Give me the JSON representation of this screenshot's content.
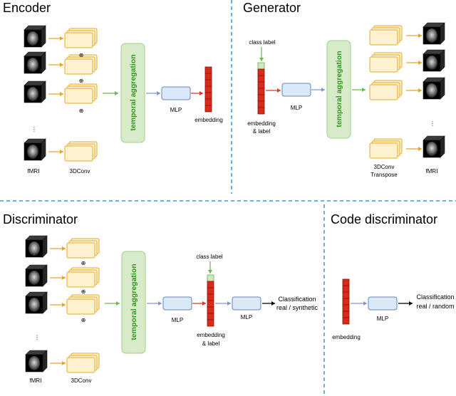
{
  "encoder": {
    "title": "Encoder",
    "fmri_label": "fMRI",
    "conv_label": "3DConv",
    "aggregation_label": "temporal aggregation",
    "mlp_label": "MLP",
    "embedding_label": "embedding",
    "plus_symbol": "⊕",
    "dots": "⋮"
  },
  "generator": {
    "title": "Generator",
    "class_label": "class label",
    "embedding_label_line1": "embedding",
    "embedding_label_line2": "& label",
    "mlp_label": "MLP",
    "aggregation_label": "temporal aggregation",
    "conv_label_line1": "3DConv",
    "conv_label_line2": "Transpose",
    "fmri_label": "fMRI",
    "dots": "⋮"
  },
  "discriminator": {
    "title": "Discriminator",
    "fmri_label": "fMRI",
    "conv_label": "3DConv",
    "aggregation_label": "temporal aggregation",
    "mlp_label": "MLP",
    "class_label": "class label",
    "embedding_label_line1": "embedding",
    "embedding_label_line2": "& label",
    "mlp2_label": "MLP",
    "output_line1": "Classification",
    "output_line2": "real / synthetic",
    "plus_symbol": "⊕",
    "dots": "⋮"
  },
  "code_discriminator": {
    "title": "Code discriminator",
    "embedding_label": "embedding",
    "mlp_label": "MLP",
    "output_line1": "Classification",
    "output_line2": "real / random"
  },
  "colors": {
    "divider": "#2a9de0",
    "conv_fill": "#fff2d0",
    "conv_stroke": "#e6a829",
    "aggregation_fill": "#d7ebc9",
    "aggregation_stroke": "#9fcf86",
    "aggregation_text": "#2e9a1e",
    "mlp_fill": "#dbe8f8",
    "mlp_stroke": "#5f86c2",
    "embedding_fill": "#d92b1c",
    "embedding_stroke": "#8a1308",
    "class_fill": "#cdebc0",
    "arrow_orange": "#e8a326",
    "arrow_green": "#6ab84d",
    "arrow_blue": "#7d97c8",
    "arrow_red": "#d43a25"
  }
}
